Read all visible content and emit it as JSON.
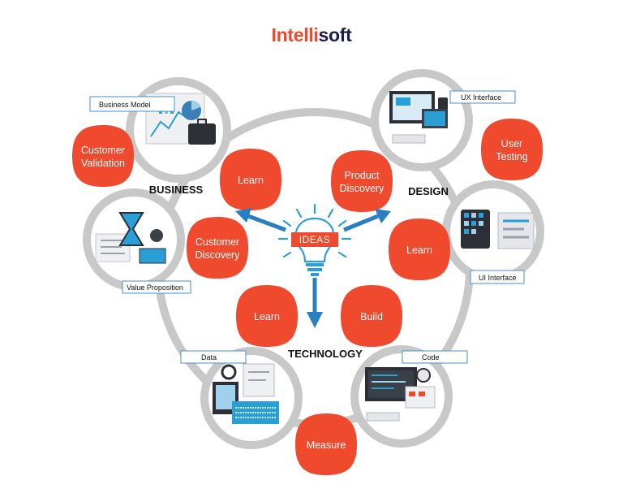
{
  "brand": {
    "prefix": "Intelli",
    "suffix": "soft",
    "prefix_color": "#f04a2e",
    "suffix_color": "#1b1d4b"
  },
  "center": {
    "label": "IDEAS",
    "icon": "lightbulb-icon"
  },
  "colors": {
    "leaf": "#f04a2e",
    "ring": "#c8c8c8",
    "arrow": "#2a7fc1",
    "bulb": "#2a9fd6",
    "text": "#111111"
  },
  "sections": {
    "business": "BUSINESS",
    "design": "DESIGN",
    "technology": "TECHNOLOGY"
  },
  "boxes": {
    "business_model": "Business Model",
    "value_proposition": "Value Proposition",
    "ux_interface": "UX Interface",
    "ui_interface": "UI Interface",
    "data": "Data",
    "code": "Code"
  },
  "leaves": {
    "customer_validation": [
      "Customer",
      "Validation"
    ],
    "learn_business": [
      "Learn"
    ],
    "customer_discovery": [
      "Customer",
      "Discovery"
    ],
    "product_discovery": [
      "Product",
      "Discovery"
    ],
    "user_testing": [
      "User",
      "Testing"
    ],
    "learn_design": [
      "Learn"
    ],
    "learn_technology": [
      "Learn"
    ],
    "build": [
      "Build"
    ],
    "measure": [
      "Measure"
    ]
  }
}
